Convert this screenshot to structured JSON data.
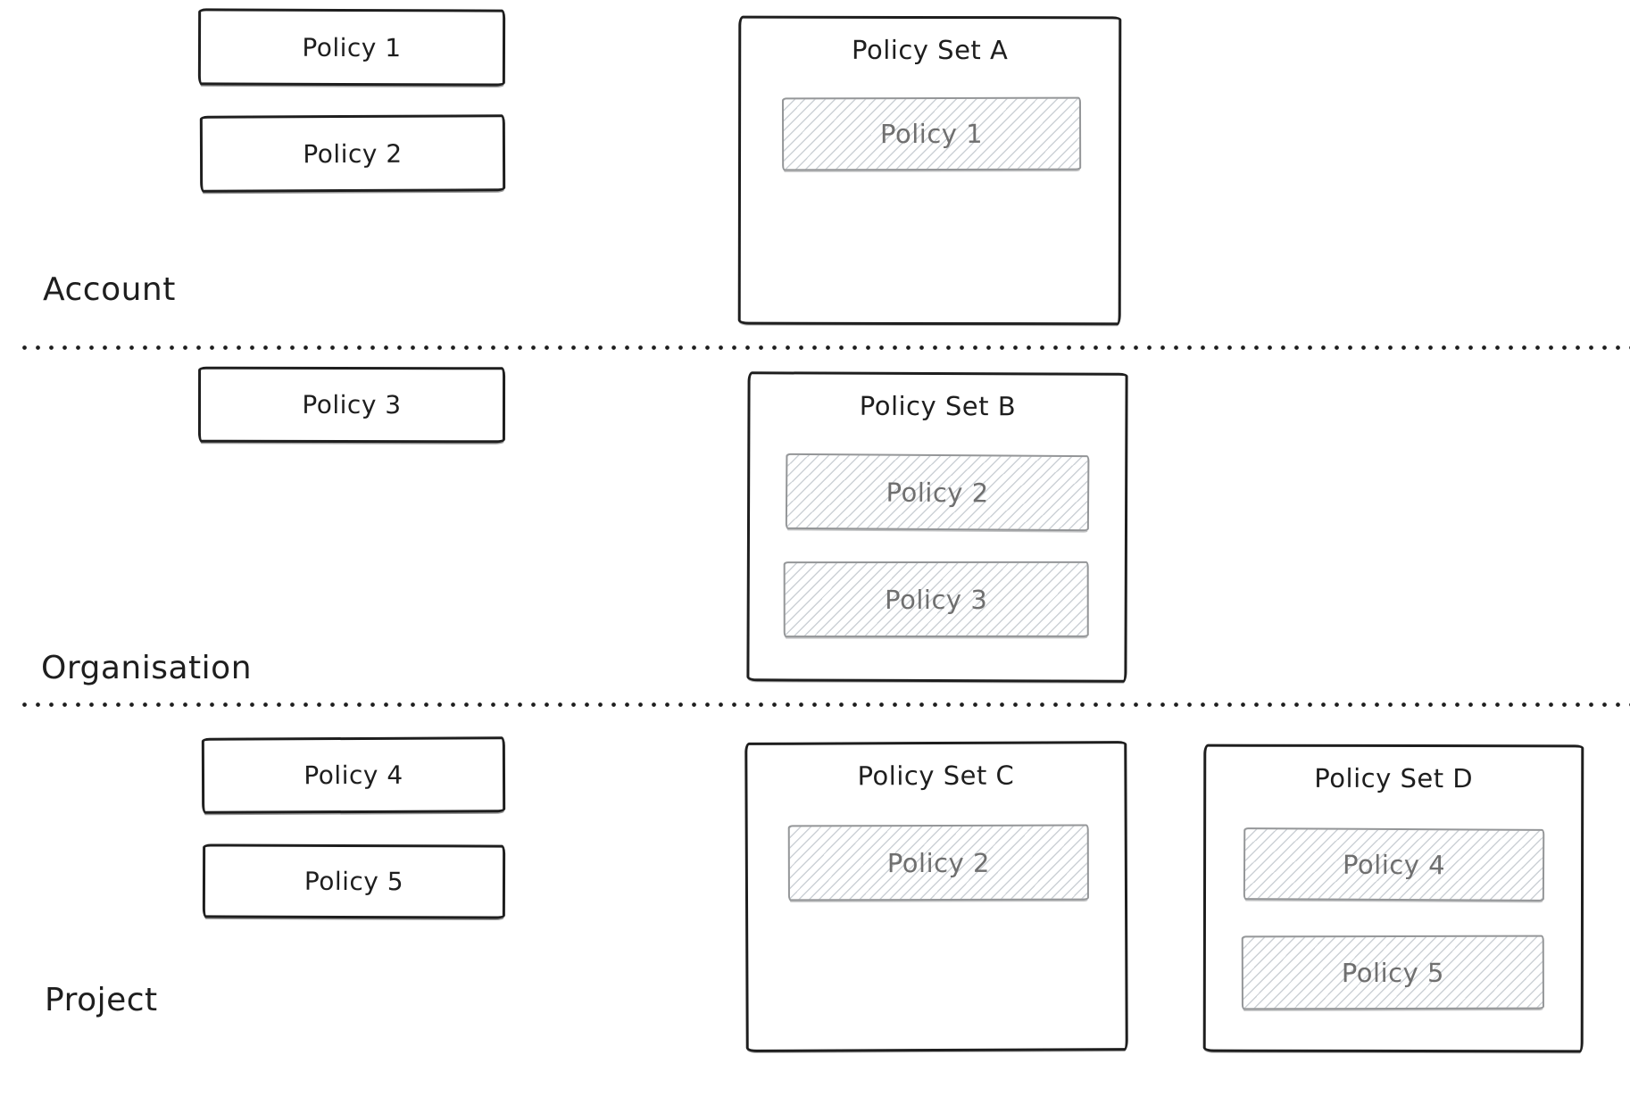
{
  "diagram": {
    "tier_labels": {
      "account": "Account",
      "organisation": "Organisation",
      "project": "Project"
    },
    "standalone_policies": [
      {
        "label": "Policy 1",
        "tier": "Account"
      },
      {
        "label": "Policy 2",
        "tier": "Account"
      },
      {
        "label": "Policy 3",
        "tier": "Organisation"
      },
      {
        "label": "Policy 4",
        "tier": "Project"
      },
      {
        "label": "Policy 5",
        "tier": "Project"
      }
    ],
    "policy_sets": [
      {
        "title": "Policy Set A",
        "tier": "Account",
        "members": [
          "Policy 1"
        ]
      },
      {
        "title": "Policy Set B",
        "tier": "Organisation",
        "members": [
          "Policy 2",
          "Policy 3"
        ]
      },
      {
        "title": "Policy Set C",
        "tier": "Project",
        "members": [
          "Policy 2"
        ]
      },
      {
        "title": "Policy Set D",
        "tier": "Project",
        "members": [
          "Policy 4",
          "Policy 5"
        ]
      }
    ],
    "colors": {
      "stroke": "#1e1e1e",
      "member_border": "#949698",
      "member_text": "#6f6f6f",
      "hatch_line": "#ccd1d6",
      "separator_dot": "#1e1e1e",
      "background": "#ffffff"
    }
  }
}
